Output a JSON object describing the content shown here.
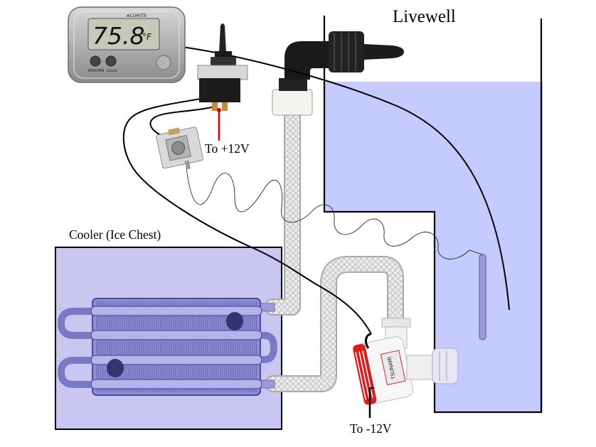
{
  "labels": {
    "livewell": "Livewell",
    "cooler": "Cooler (Ice Chest)",
    "plus_voltage": "To +12V",
    "minus_voltage": "To -12V"
  },
  "thermometer": {
    "brand": "ACURITE",
    "reading": "75.8",
    "unit": "°F",
    "btn_left": "MAX/MIN",
    "btn_right": "Count"
  },
  "pump": {
    "brand": "TSUNAMI"
  },
  "colors": {
    "water": "#c6cbff",
    "cooler_fill": "#c9c6f1",
    "wire_red": "#d90000",
    "wire_black": "#000000",
    "coil_fill": "#8f8fd8",
    "pump_red": "#d42020"
  },
  "components": [
    "digital-thermometer",
    "toggle-switch",
    "thermostat",
    "temperature-probe",
    "drain-elbow-fitting",
    "vinyl-tubing",
    "transmission-cooler-coil",
    "bilge-pump"
  ]
}
